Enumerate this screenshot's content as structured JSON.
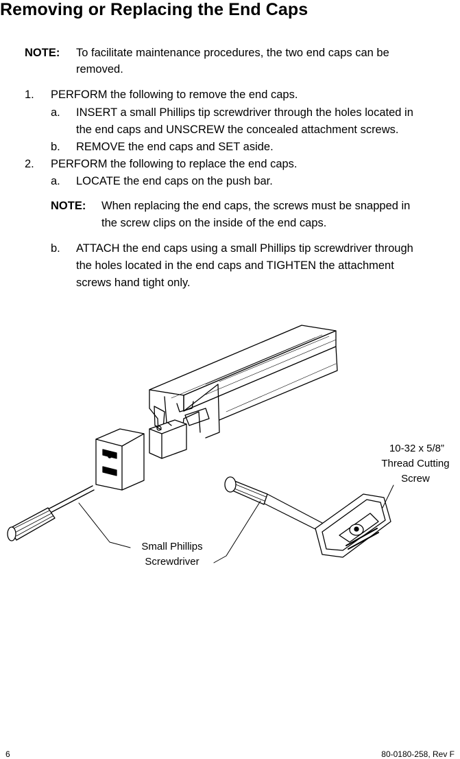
{
  "title": "Removing or Replacing the End Caps",
  "note1": {
    "label": "NOTE:",
    "lines": [
      "To facilitate maintenance procedures, the two end caps can be",
      "removed."
    ]
  },
  "step1": {
    "num": "1.",
    "text": "PERFORM the following to remove the end caps.",
    "a": {
      "letter": "a.",
      "lines": [
        "INSERT a small Phillips tip screwdriver through the holes located in",
        "the end caps and UNSCREW the concealed attachment screws."
      ]
    },
    "b": {
      "letter": "b.",
      "lines": [
        "REMOVE the end caps and SET aside."
      ]
    }
  },
  "step2": {
    "num": "2.",
    "text": "PERFORM the following to replace the end caps.",
    "a": {
      "letter": "a.",
      "lines": [
        "LOCATE the end caps on the push bar."
      ]
    },
    "note": {
      "label": "NOTE:",
      "lines": [
        "When replacing the end caps, the screws must be snapped in",
        "the screw clips on the inside of the end caps."
      ]
    },
    "b": {
      "letter": "b.",
      "lines": [
        "ATTACH the end caps using a small Phillips tip screwdriver through",
        "the holes located in the end caps and TIGHTEN the attachment",
        "screws hand tight only."
      ]
    }
  },
  "figure": {
    "screw_label": [
      "10-32 x 5/8”",
      "Thread Cutting",
      "Screw"
    ],
    "screwdriver_label": [
      "Small Phillips",
      "Screwdriver"
    ]
  },
  "footer": {
    "page_number": "6",
    "doc_id": "80-0180-258, Rev F"
  }
}
